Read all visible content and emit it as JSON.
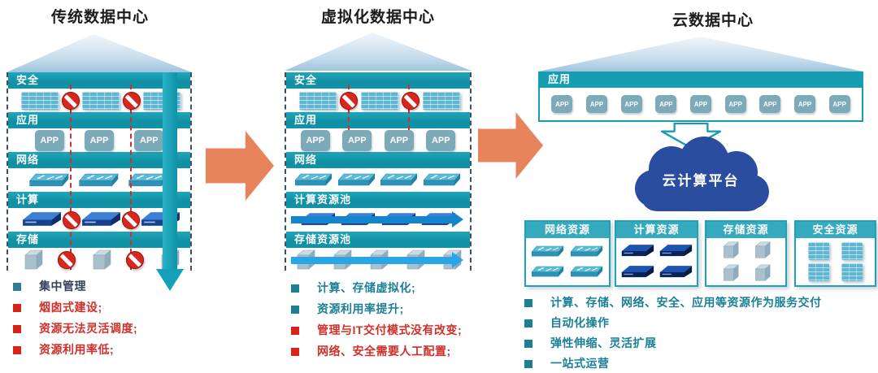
{
  "colors": {
    "teal_band": "#179db2",
    "orange_arrow": "#e8845c",
    "red_negative": "#d0302a",
    "teal_positive": "#1b7f95",
    "cloud_navy": "#2b4da0",
    "magenta_baseline": "#993366"
  },
  "icons": {
    "app_label": "APP"
  },
  "columns": [
    {
      "title": "传统数据中心",
      "layers": [
        {
          "label": "安全"
        },
        {
          "label": "应用"
        },
        {
          "label": "网络"
        },
        {
          "label": "计算"
        },
        {
          "label": "存储"
        }
      ],
      "bullets": [
        {
          "text": "集中管理",
          "type": "neutral"
        },
        {
          "text": "烟囱式建设;",
          "type": "negative"
        },
        {
          "text": "资源无法灵活调度;",
          "type": "negative"
        },
        {
          "text": "资源利用率低;",
          "type": "negative"
        }
      ]
    },
    {
      "title": "虚拟化数据中心",
      "layers": [
        {
          "label": "安全"
        },
        {
          "label": "应用"
        },
        {
          "label": "网络"
        },
        {
          "label": "计算资源池"
        },
        {
          "label": "存储资源池"
        }
      ],
      "bullets": [
        {
          "text": "计算、存储虚拟化;",
          "type": "positive"
        },
        {
          "text": "资源利用率提升;",
          "type": "positive"
        },
        {
          "text": "管理与IT交付模式没有改变;",
          "type": "negative"
        },
        {
          "text": "网络、安全需要人工配置;",
          "type": "negative"
        }
      ]
    },
    {
      "title": "云数据中心",
      "app_layer": {
        "label": "应用"
      },
      "cloud_label": "云计算平台",
      "resources": [
        {
          "label": "网络资源"
        },
        {
          "label": "计算资源"
        },
        {
          "label": "存储资源"
        },
        {
          "label": "安全资源"
        }
      ],
      "bullets": [
        {
          "text": "计算、存储、网络、安全、应用等资源作为服务交付",
          "type": "positive"
        },
        {
          "text": "自动化操作",
          "type": "positive"
        },
        {
          "text": "弹性伸缩、灵活扩展",
          "type": "positive"
        },
        {
          "text": "一站式运营",
          "type": "positive"
        }
      ]
    }
  ]
}
